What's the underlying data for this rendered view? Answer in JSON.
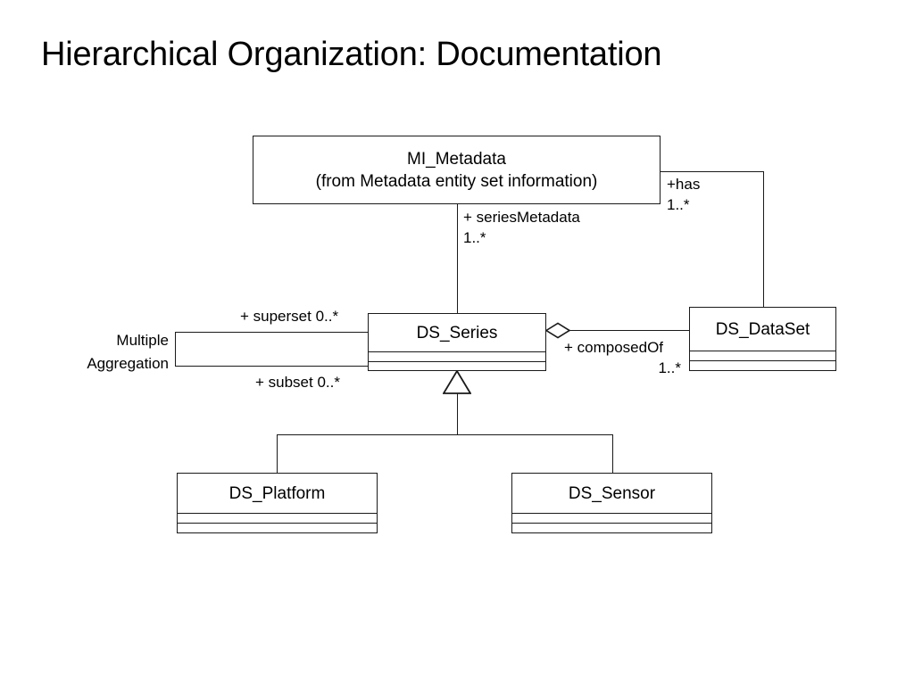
{
  "slide": {
    "title": "Hierarchical Organization: Documentation",
    "background": "#ffffff",
    "ink": "#000000"
  },
  "diagram": {
    "type": "uml-class-diagram",
    "classes": [
      {
        "id": "mi-metadata",
        "name": "MI_Metadata",
        "stereotype_line": "(from Metadata entity set information)",
        "compartments": 0
      },
      {
        "id": "ds-series",
        "name": "DS_Series",
        "compartments": 2
      },
      {
        "id": "ds-dataset",
        "name": "DS_DataSet",
        "compartments": 2
      },
      {
        "id": "ds-platform",
        "name": "DS_Platform",
        "compartments": 2
      },
      {
        "id": "ds-sensor",
        "name": "DS_Sensor",
        "compartments": 2
      }
    ],
    "associations": [
      {
        "id": "metadata-series",
        "from": "mi-metadata",
        "to": "ds-series",
        "role": "+ seriesMetadata",
        "multiplicity": "1..*"
      },
      {
        "id": "metadata-dataset",
        "from": "mi-metadata",
        "to": "ds-dataset",
        "role": "+has",
        "multiplicity": "1..*"
      },
      {
        "id": "dataset-series",
        "from": "ds-dataset",
        "to": "ds-series",
        "role": "+ composedOf",
        "multiplicity": "1..*",
        "decoration": "hollow-diamond-aggregation"
      },
      {
        "id": "series-self",
        "from": "ds-series",
        "to": "ds-series",
        "note": "Multiple\nAggregation",
        "note_line_1": "Multiple",
        "note_line_2": "Aggregation",
        "role_upper": "+ superset 0..*",
        "role_lower": "+ subset 0..*"
      }
    ],
    "generalizations": [
      {
        "parent": "ds-series",
        "children": [
          "ds-platform",
          "ds-sensor"
        ],
        "decoration": "hollow-triangle"
      }
    ]
  }
}
